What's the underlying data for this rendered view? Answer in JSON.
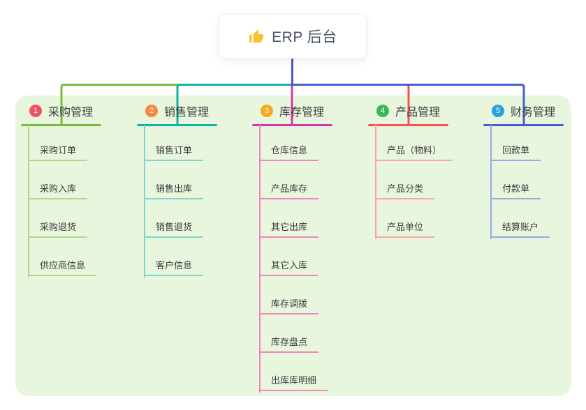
{
  "root": {
    "label": "ERP 后台",
    "icon": "thumbs-up-icon",
    "icon_color": "#f8c32c",
    "connector_color": "#4756c9"
  },
  "container": {
    "background": "#e9f6de"
  },
  "branches": [
    {
      "number": "1",
      "label": "采购管理",
      "badge_color": "#f25268",
      "line_color": "#7cb93e",
      "child_line_color": "#b3d88c",
      "children": [
        "采购订单",
        "采购入库",
        "采购退货",
        "供应商信息"
      ]
    },
    {
      "number": "2",
      "label": "销售管理",
      "badge_color": "#f6873f",
      "line_color": "#10b3a6",
      "child_line_color": "#7fd6ca",
      "children": [
        "销售订单",
        "销售出库",
        "销售退货",
        "客户信息"
      ]
    },
    {
      "number": "3",
      "label": "库存管理",
      "badge_color": "#f9a91a",
      "line_color": "#d138ab",
      "child_line_color": "#f285c1",
      "children": [
        "仓库信息",
        "产品库存",
        "其它出库",
        "其它入库",
        "库存调拨",
        "库存盘点",
        "出库库明细"
      ]
    },
    {
      "number": "4",
      "label": "产品管理",
      "badge_color": "#35b85c",
      "line_color": "#f15353",
      "child_line_color": "#f9a6a4",
      "children": [
        "产品（物料）",
        "产品分类",
        "产品单位"
      ]
    },
    {
      "number": "5",
      "label": "财务管理",
      "badge_color": "#2ba2dc",
      "line_color": "#4a5ed2",
      "child_line_color": "#97a9e6",
      "children": [
        "回款单",
        "付款单",
        "结算账户"
      ]
    }
  ]
}
